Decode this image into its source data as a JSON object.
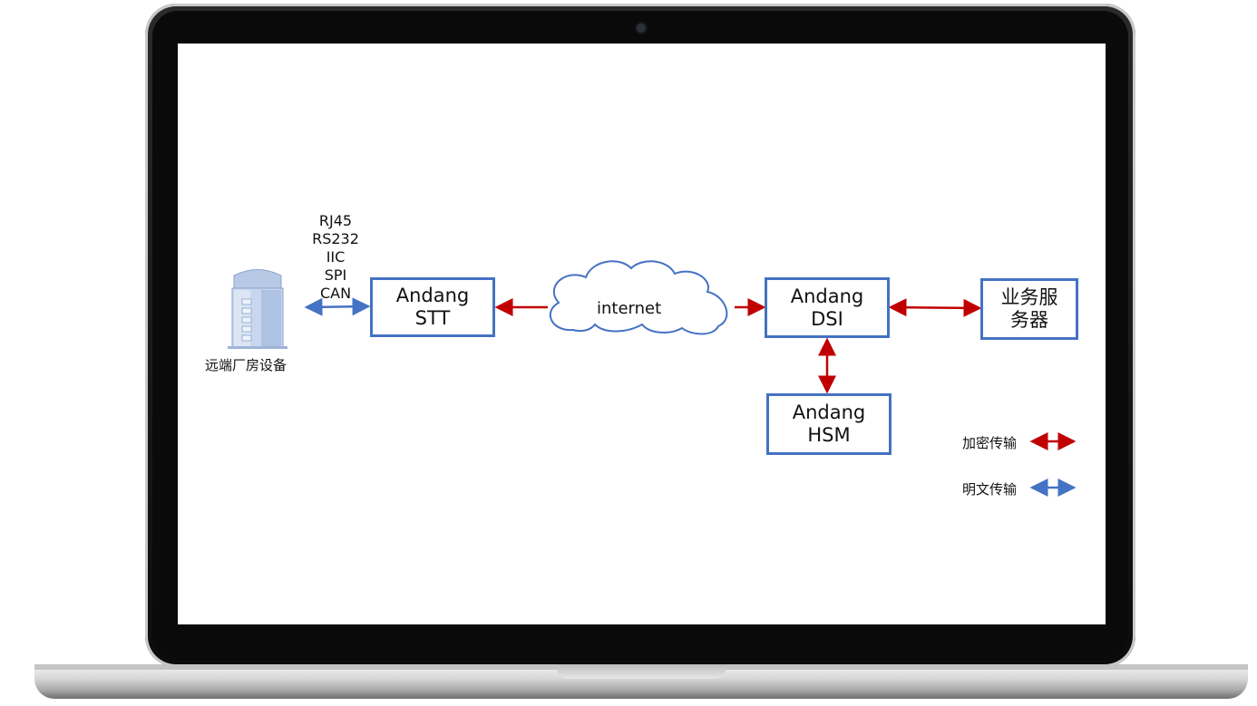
{
  "device": {
    "name": "远端厂房设备",
    "interfaces": [
      "RJ45",
      "RS232",
      "IIC",
      "SPI",
      "CAN"
    ]
  },
  "nodes": {
    "stt": [
      "Andang",
      "STT"
    ],
    "dsi": [
      "Andang",
      "DSI"
    ],
    "hsm": [
      "Andang",
      "HSM"
    ],
    "biz": [
      "业务服",
      "务器"
    ]
  },
  "cloud": {
    "label": "internet"
  },
  "legend": {
    "encrypted": "加密传输",
    "plain": "明文传输"
  },
  "colors": {
    "encrypted": "#c00000",
    "plain": "#4472c4",
    "box_border": "#4472c4"
  }
}
